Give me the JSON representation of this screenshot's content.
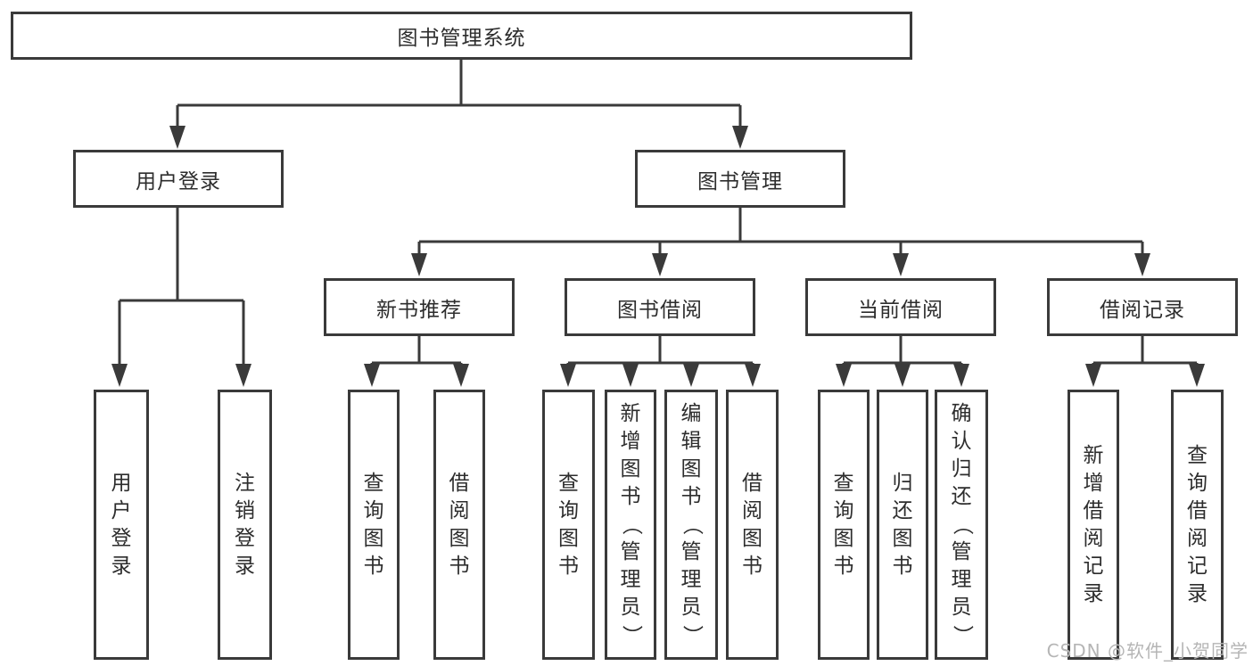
{
  "diagram": {
    "root": {
      "label": "图书管理系统"
    },
    "branches": [
      {
        "label": "用户登录",
        "leaves": [
          {
            "label": "用户登录"
          },
          {
            "label": "注销登录"
          }
        ]
      },
      {
        "label": "图书管理",
        "groups": [
          {
            "label": "新书推荐",
            "leaves": [
              {
                "label": "查询图书"
              },
              {
                "label": "借阅图书"
              }
            ]
          },
          {
            "label": "图书借阅",
            "leaves": [
              {
                "label": "查询图书"
              },
              {
                "label": "新增图书（管理员）"
              },
              {
                "label": "编辑图书（管理员）"
              },
              {
                "label": "借阅图书"
              }
            ]
          },
          {
            "label": "当前借阅",
            "leaves": [
              {
                "label": "查询图书"
              },
              {
                "label": "归还图书"
              },
              {
                "label": "确认归还（管理员）"
              }
            ]
          },
          {
            "label": "借阅记录",
            "leaves": [
              {
                "label": "新增借阅记录"
              },
              {
                "label": "查询借阅记录"
              }
            ]
          }
        ]
      }
    ]
  },
  "watermark": {
    "text": "CSDN @软件_小贺同学"
  },
  "colors": {
    "line": "#3a3a3a",
    "text": "#2d2d2d",
    "watermark": "#b5b5b5"
  }
}
